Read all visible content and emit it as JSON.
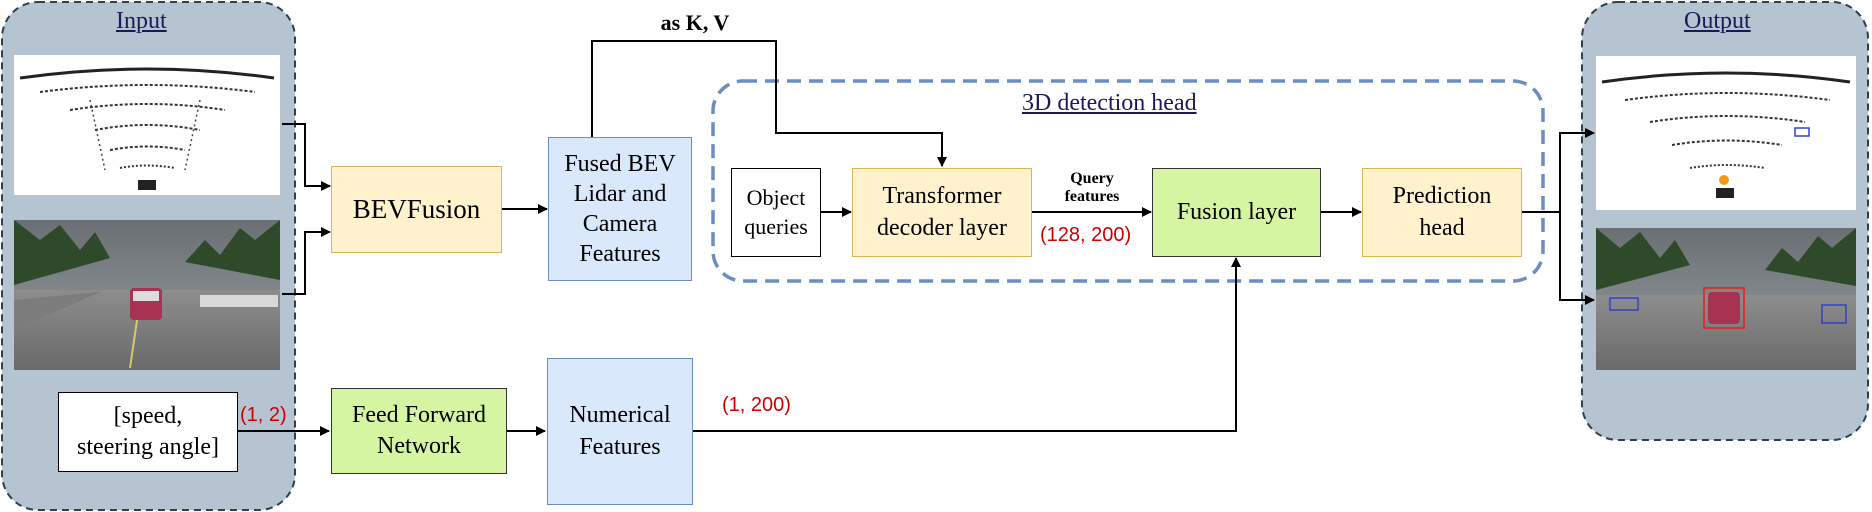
{
  "input_panel": {
    "title": "Input",
    "state_box": "[speed,\nsteering angle]",
    "state_shape": "(1, 2)"
  },
  "output_panel": {
    "title": "Output"
  },
  "nodes": {
    "bevfusion": "BEVFusion",
    "fused_features": "Fused BEV\nLidar and\nCamera\nFeatures",
    "ffn": "Feed Forward\nNetwork",
    "numerical": "Numerical\nFeatures",
    "object_queries": "Object\nqueries",
    "transformer": "Transformer\ndecoder layer",
    "fusion_layer": "Fusion layer",
    "prediction": "Prediction\nhead"
  },
  "detection_head_label": "3D detection head",
  "edge_labels": {
    "kv": "as K, V",
    "query_features": "Query\nfeatures",
    "query_shape": "(128, 200)",
    "numerical_shape": "(1, 200)"
  },
  "colors": {
    "panel_fill": "#b6c4d2",
    "panel_border": "#2e3f52",
    "head_border": "#6c8ebf",
    "yellow": "#fff2cc",
    "blue": "#dae8fc",
    "green": "#d5f5a3",
    "red": "#cc0000"
  }
}
